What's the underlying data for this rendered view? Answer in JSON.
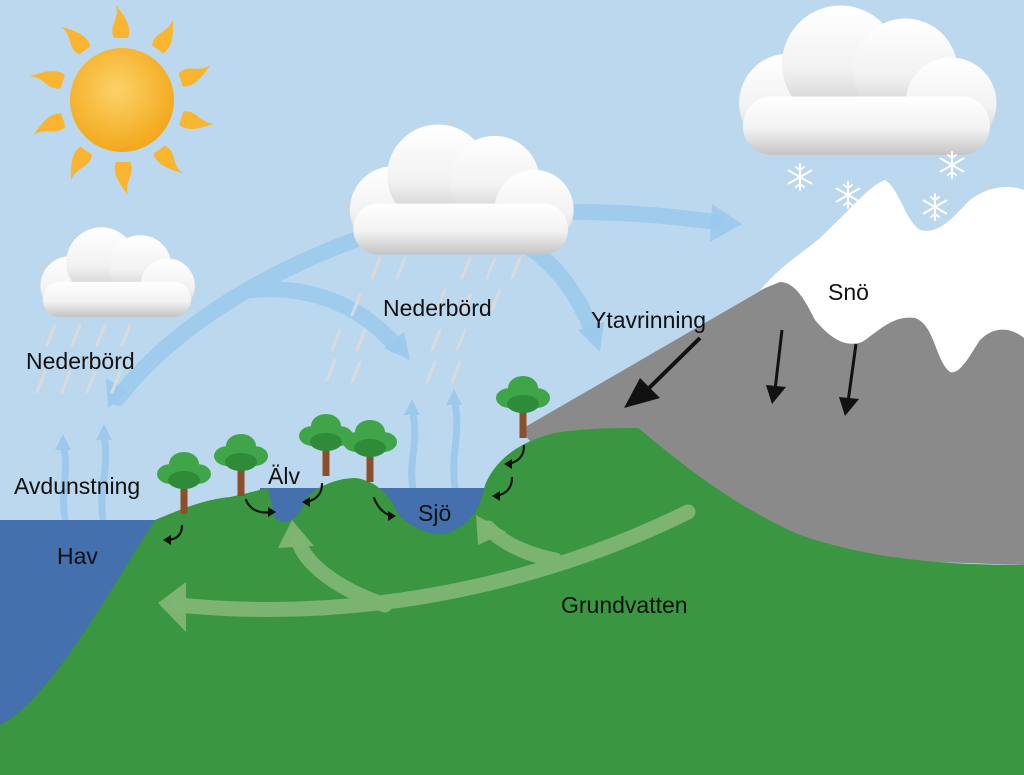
{
  "labels": {
    "precip_left": "Nederbörd",
    "precip_center": "Nederbörd",
    "evaporation": "Avdunstning",
    "sea": "Hav",
    "river": "Älv",
    "lake": "Sjö",
    "runoff": "Ytavrinning",
    "snow": "Snö",
    "groundwater": "Grundvatten"
  },
  "colors": {
    "sky": "#bcd8ee",
    "sea": "#4470ad",
    "land": "#3a9640",
    "mountain": "#8a8a8a",
    "snow": "#ffffff",
    "sun": "#f9b530",
    "flow_arrows": "#9ac9ec",
    "groundwater_arrows": "#7fb573",
    "tree_canopy": "#3fa548",
    "tree_trunk": "#8d4f2a"
  },
  "icons": [
    "sun-icon",
    "cloud-icon",
    "snowflake-icon",
    "tree-icon",
    "rain-streak",
    "arrow-icon"
  ]
}
